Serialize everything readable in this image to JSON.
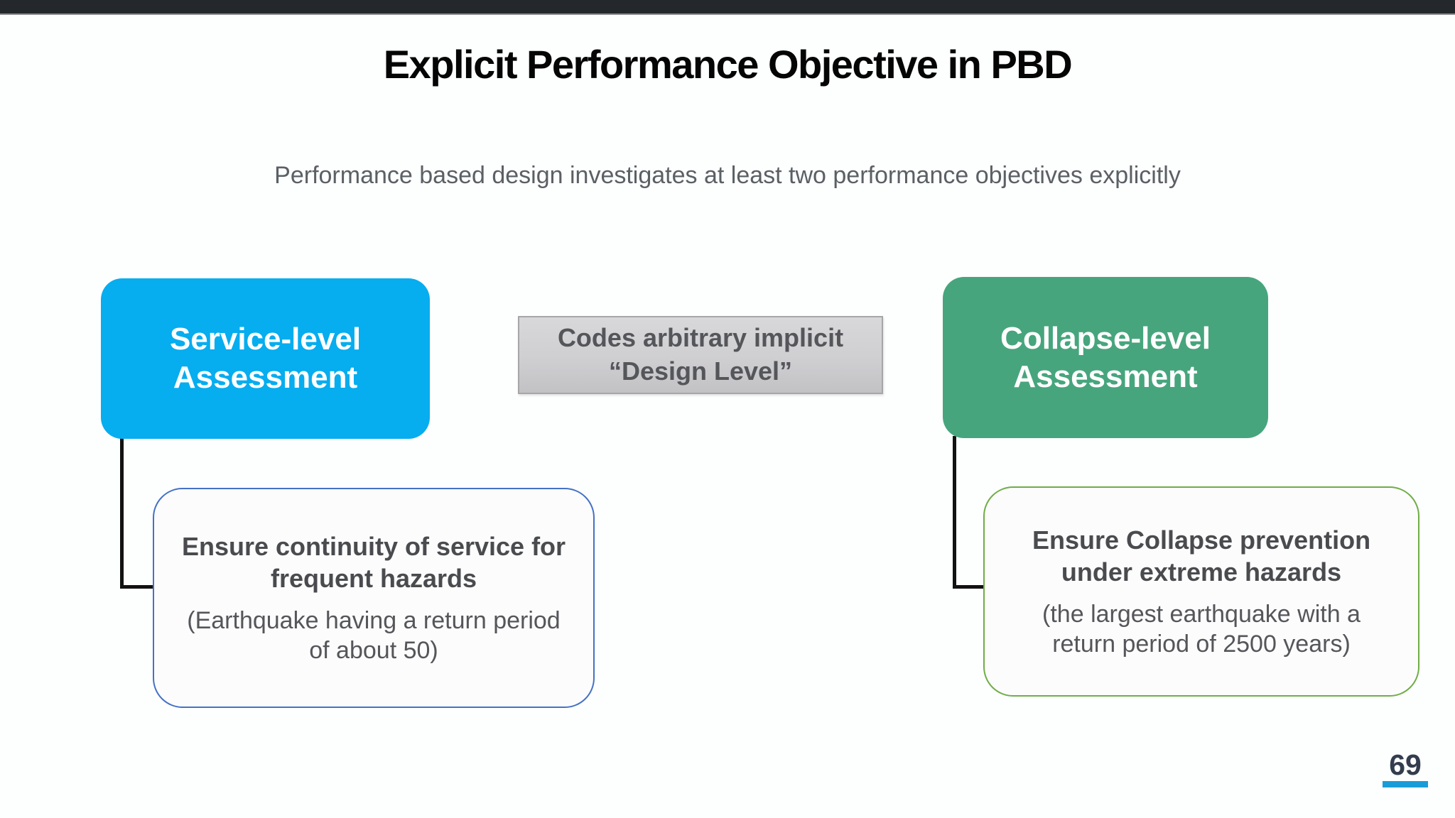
{
  "slide": {
    "title": "Explicit Performance Objective in PBD",
    "subtitle": "Performance based design investigates at least two performance objectives explicitly",
    "page_number": "69"
  },
  "boxes": {
    "service": {
      "label": "Service-level Assessment",
      "fill_color": "#06adef",
      "text_color": "#ffffff"
    },
    "code": {
      "line1": "Codes arbitrary implicit",
      "line2": "“Design Level”",
      "fill_color": "#cfcfd2",
      "text_color": "#55565a"
    },
    "collapse": {
      "label": "Collapse-level Assessment",
      "fill_color": "#47a57d",
      "text_color": "#ffffff"
    }
  },
  "details": {
    "service": {
      "heading": "Ensure continuity of service for frequent hazards",
      "note": "(Earthquake having a return period of about 50)",
      "border_color": "#4472c4"
    },
    "collapse": {
      "heading": "Ensure Collapse prevention under extreme hazards",
      "note": "(the largest earthquake with a return period of 2500 years)",
      "border_color": "#70ad47"
    }
  },
  "colors": {
    "top_bar": "#24282c",
    "connector": "#121212",
    "page_number_text": "#333d4d",
    "page_underline": "#1a9cd9",
    "title_text": "#050505",
    "subtitle_text": "#5b6065"
  }
}
